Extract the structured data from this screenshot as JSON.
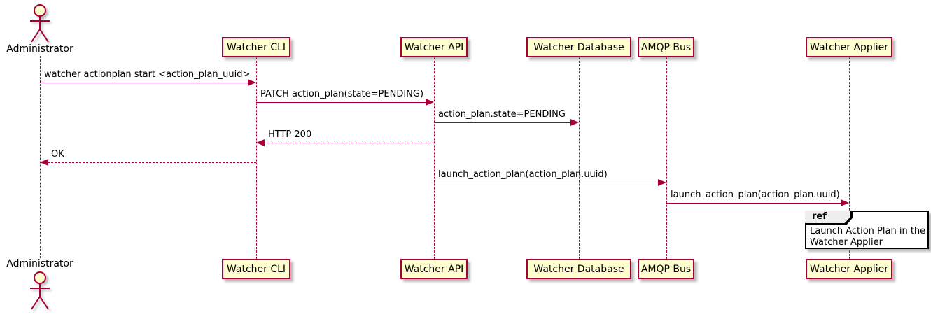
{
  "diagram_type": "uml-sequence",
  "colors": {
    "accent": "#A80036",
    "participant_fill": "#FEFECE",
    "ref_tab_fill": "#EEEEEE",
    "ref_border": "#000000",
    "background": "#FFFFFF",
    "text": "#000000"
  },
  "actor": {
    "name": "Administrator"
  },
  "participants": [
    {
      "label": "Watcher CLI"
    },
    {
      "label": "Watcher API"
    },
    {
      "label": "Watcher Database"
    },
    {
      "label": "AMQP Bus"
    },
    {
      "label": "Watcher Applier"
    }
  ],
  "messages": [
    {
      "from": "Administrator",
      "to": "Watcher CLI",
      "label": "watcher actionplan start <action_plan_uuid>",
      "style": "solid"
    },
    {
      "from": "Watcher CLI",
      "to": "Watcher API",
      "label": "PATCH action_plan(state=PENDING)",
      "style": "solid"
    },
    {
      "from": "Watcher API",
      "to": "Watcher Database",
      "label": "action_plan.state=PENDING",
      "style": "solid"
    },
    {
      "from": "Watcher API",
      "to": "Watcher CLI",
      "label": "HTTP 200",
      "style": "dashed"
    },
    {
      "from": "Watcher CLI",
      "to": "Administrator",
      "label": "OK",
      "style": "dashed"
    },
    {
      "from": "Watcher API",
      "to": "AMQP Bus",
      "label": "launch_action_plan(action_plan.uuid)",
      "style": "solid"
    },
    {
      "from": "AMQP Bus",
      "to": "Watcher Applier",
      "label": "launch_action_plan(action_plan.uuid)",
      "style": "solid"
    }
  ],
  "ref": {
    "keyword": "ref",
    "line1": "Launch Action Plan in the",
    "line2": "Watcher Applier"
  }
}
